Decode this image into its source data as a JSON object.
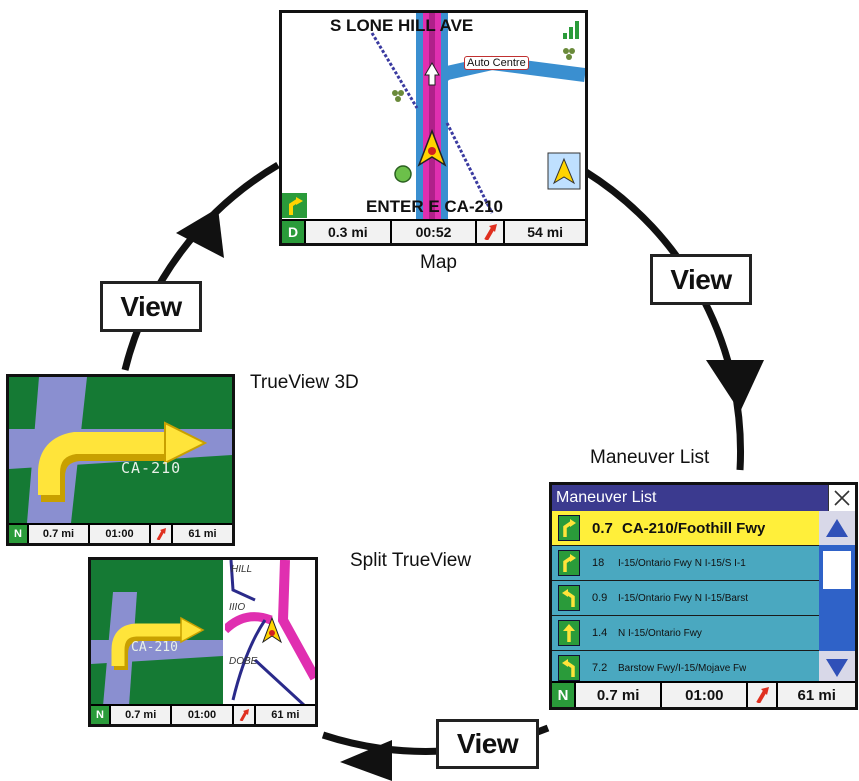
{
  "view_button_label": "View",
  "screens": {
    "map": {
      "label": "Map",
      "street_top": "S LONE HILL AVE",
      "poi_label": "Auto Centre",
      "instruction": "ENTER E CA-210",
      "status": {
        "dir": "D",
        "dist": "0.3 mi",
        "time": "00:52",
        "remain": "54 mi"
      }
    },
    "maneuver_list": {
      "label": "Maneuver List",
      "title": "Maneuver List",
      "rows": [
        {
          "dist": "0.7",
          "name": "CA-210/Foothill Fwy",
          "turn": "right"
        },
        {
          "dist": "18",
          "name": "I-15/Ontario Fwy N I-15/S I-1",
          "turn": "right"
        },
        {
          "dist": "0.9",
          "name": "I-15/Ontario Fwy N I-15/Barst",
          "turn": "left"
        },
        {
          "dist": "1.4",
          "name": "N I-15/Ontario Fwy",
          "turn": "straight"
        },
        {
          "dist": "7.2",
          "name": "Barstow Fwy/I-15/Mojave Fw",
          "turn": "left"
        }
      ],
      "status": {
        "dir": "N",
        "dist": "0.7 mi",
        "time": "01:00",
        "remain": "61 mi"
      }
    },
    "trueview_3d": {
      "label": "TrueView 3D",
      "road_label": "CA-210",
      "status": {
        "dir": "N",
        "dist": "0.7 mi",
        "time": "01:00",
        "remain": "61 mi"
      }
    },
    "split_trueview": {
      "label": "Split TrueView",
      "road_label": "CA-210",
      "map_labels": [
        "HILL",
        "IIIO",
        "DOBE"
      ],
      "status": {
        "dir": "N",
        "dist": "0.7 mi",
        "time": "01:00",
        "remain": "61 mi"
      }
    }
  },
  "colors": {
    "green": "#2a9b3a",
    "title_bar": "#3b3a8f",
    "highlight": "#ffef3a",
    "row_bg": "#4aa8c0",
    "road_blue": "#3a8fd0",
    "road_magenta": "#e02fb0",
    "trueview_bg": "#157a34",
    "road_gray": "#8a8fd0"
  }
}
